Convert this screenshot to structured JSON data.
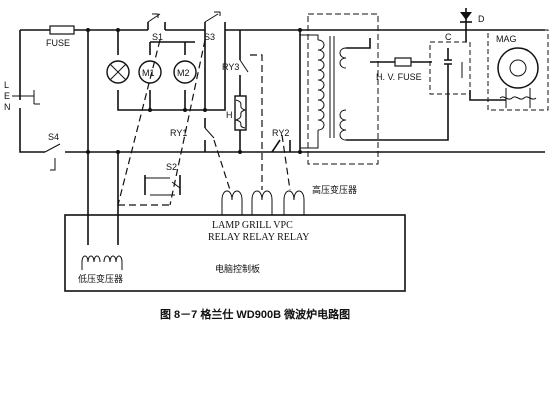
{
  "labels": {
    "fuse": "FUSE",
    "l": "L",
    "e": "E",
    "n": "N",
    "s1": "S1",
    "s2": "S2",
    "s3": "S3",
    "s4": "S4",
    "ry1": "RY1",
    "ry2": "RY2",
    "ry3": "RY3",
    "m1": "M1",
    "m2": "M2",
    "h": "H",
    "hv_fuse": "H. V. FUSE",
    "c": "C",
    "d": "D",
    "mag": "MAG",
    "hv_transformer": "高压变压器",
    "lv_transformer": "低压变压器",
    "control_board": "电脑控制板",
    "relay_names": "LAMP  GRILL  VPC",
    "relay_words": "RELAY RELAY RELAY"
  },
  "caption": "图 8－7   格兰仕 WD900B 微波炉电路图"
}
